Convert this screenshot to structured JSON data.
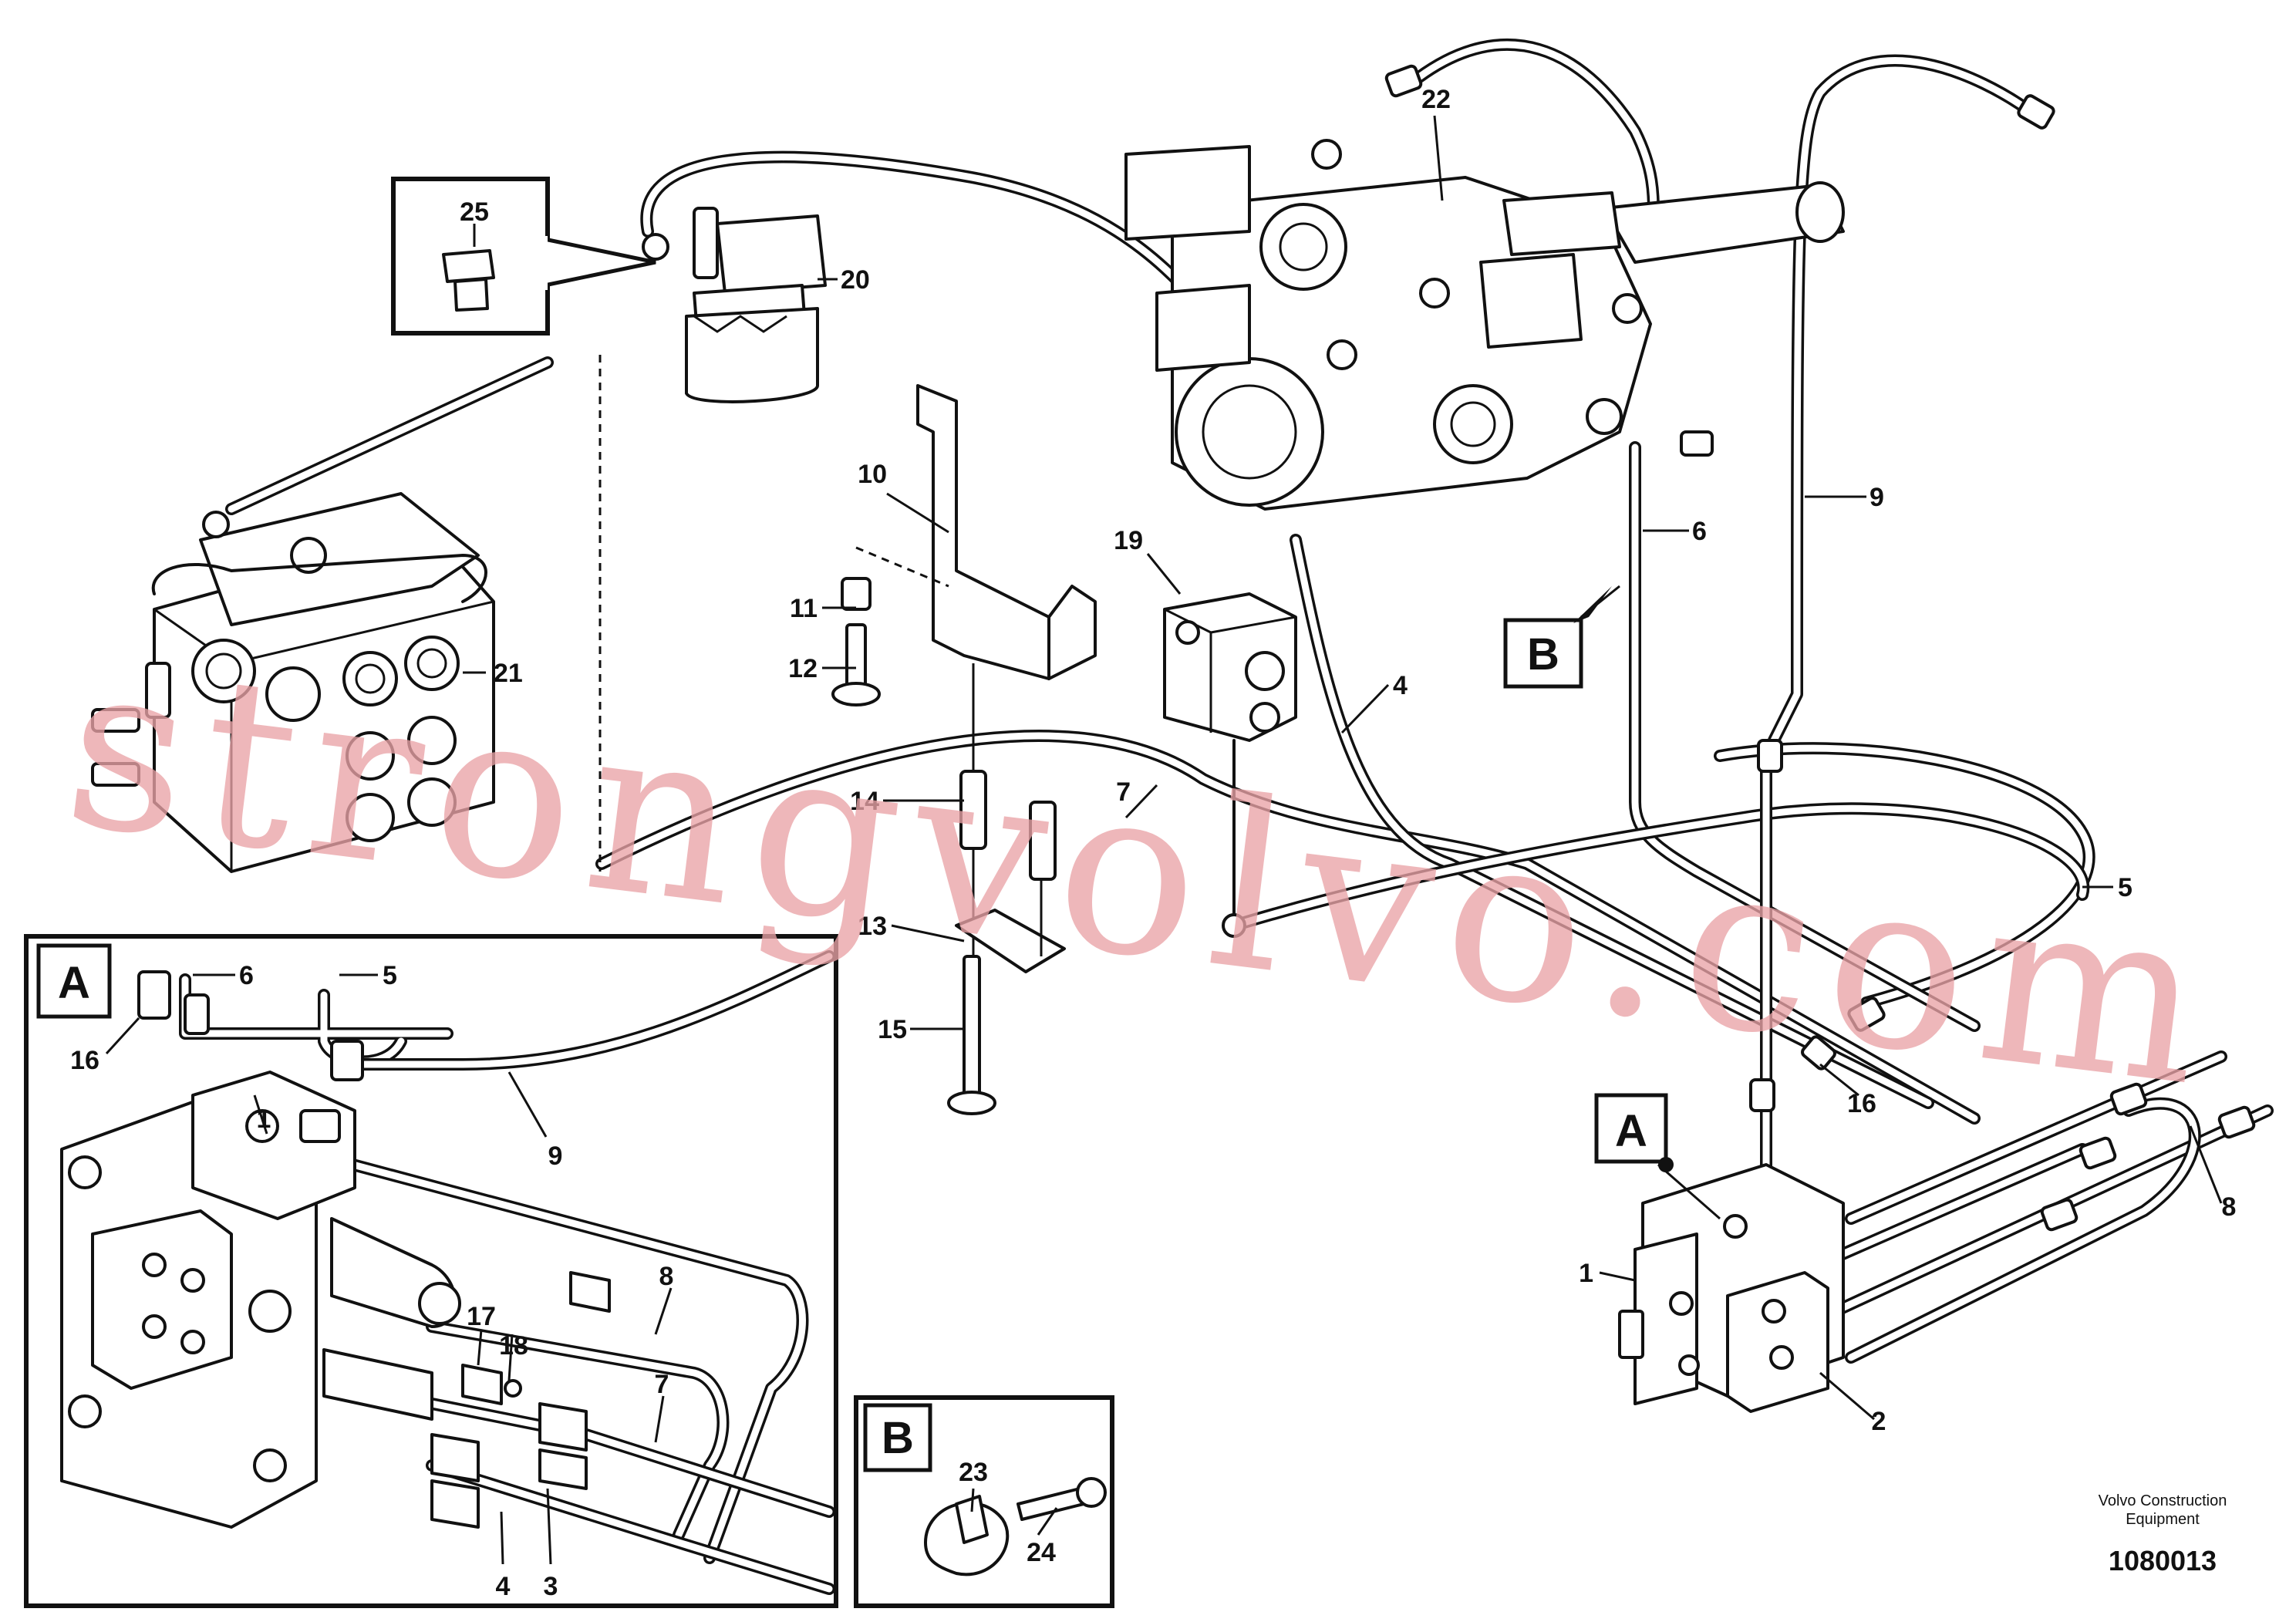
{
  "watermark": "strongvolvo.com",
  "footer": {
    "brand_line1": "Volvo Construction",
    "brand_line2": "Equipment",
    "drawing_number": "1080013"
  },
  "detail_views": {
    "a": "A",
    "b": "B"
  },
  "callouts": {
    "c1_main": "1",
    "c1_detail": "1",
    "c2": "2",
    "c3": "3",
    "c4_main": "4",
    "c4_detail": "4",
    "c5_main": "5",
    "c5_detail": "5",
    "c6_main": "6",
    "c6_detail": "6",
    "c7_main": "7",
    "c7_detail": "7",
    "c8_main": "8",
    "c8_detail": "8",
    "c9_main": "9",
    "c9_detail": "9",
    "c10": "10",
    "c11": "11",
    "c12": "12",
    "c13": "13",
    "c14": "14",
    "c15": "15",
    "c16_main": "16",
    "c16_detail": "16",
    "c17": "17",
    "c18": "18",
    "c19": "19",
    "c20": "20",
    "c21": "21",
    "c22": "22",
    "c23": "23",
    "c24": "24",
    "c25": "25"
  }
}
